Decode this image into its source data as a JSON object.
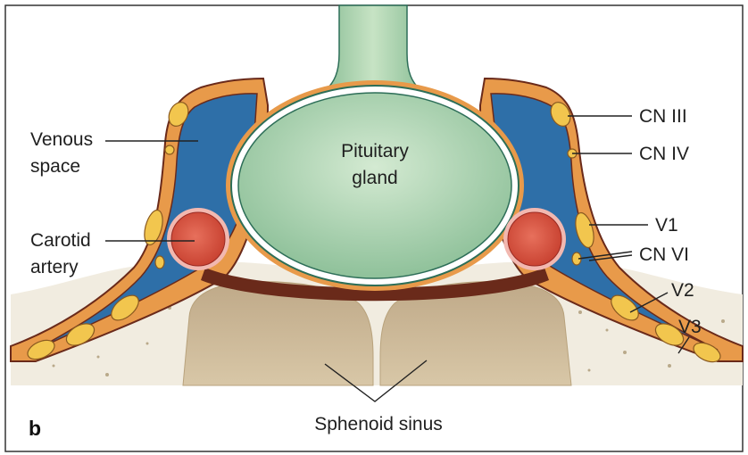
{
  "panel_letter": "b",
  "labels": {
    "venous_space": [
      "Venous",
      "space"
    ],
    "carotid_artery": [
      "Carotid",
      "artery"
    ],
    "pituitary_gland": [
      "Pituitary",
      "gland"
    ],
    "cn_iii": "CN III",
    "cn_iv": "CN IV",
    "v1": "V1",
    "cn_vi": "CN VI",
    "v2": "V2",
    "v3": "V3",
    "sphenoid_sinus": "Sphenoid sinus"
  },
  "colors": {
    "venous_space": "#2e6fa8",
    "dura": "#e89a4a",
    "dura_inner": "#6a2a1a",
    "pituitary": "#a8cfa8",
    "carotid": "#d9503f",
    "nerve": "#f2c64e",
    "bone": "#f1ece0",
    "sinus": "#cdb997",
    "frame": "#333333"
  }
}
